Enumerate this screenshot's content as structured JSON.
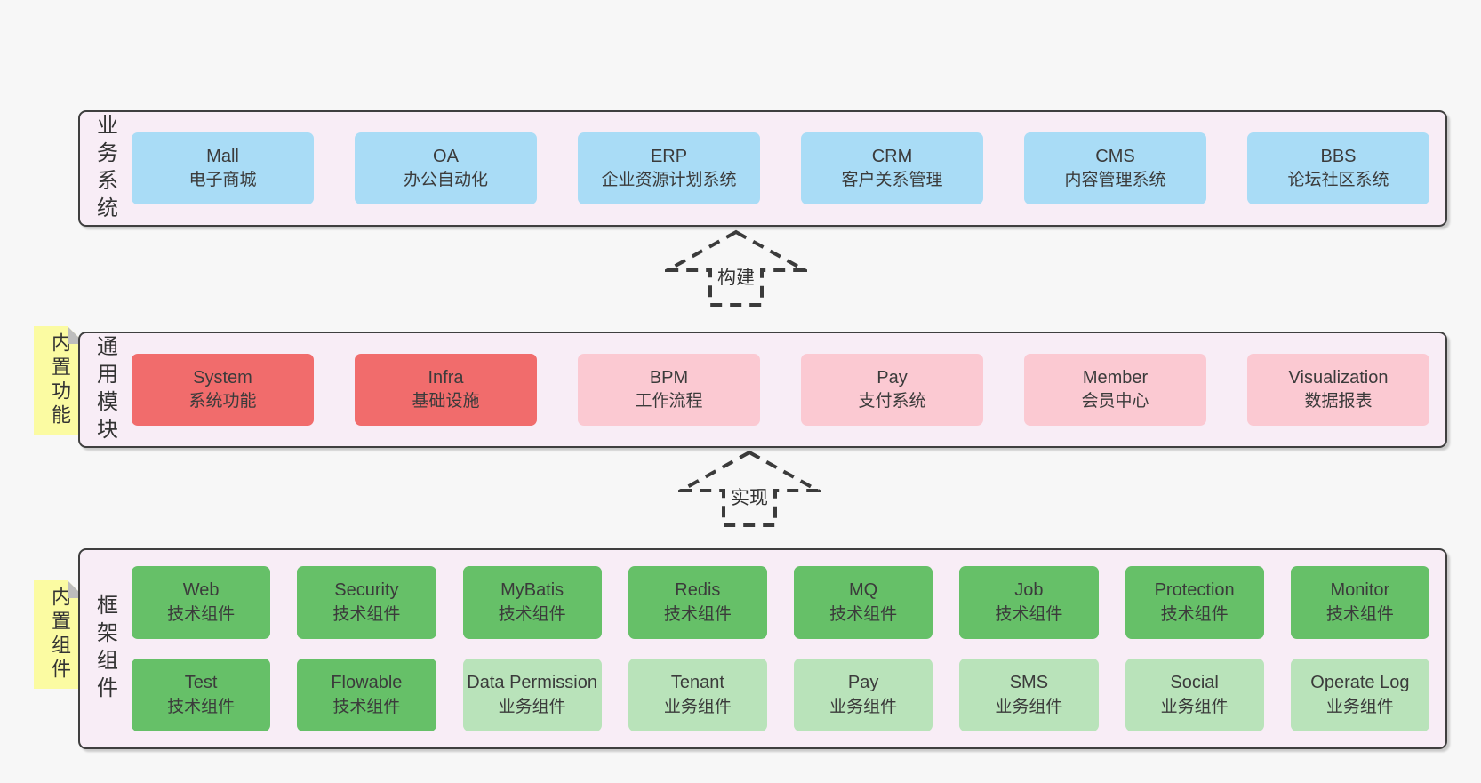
{
  "diagram": {
    "arrows": [
      {
        "label": "构建"
      },
      {
        "label": "实现"
      }
    ],
    "layers": [
      {
        "id": "business",
        "side_label": "业务系统",
        "note": "",
        "rows": [
          [
            {
              "en": "Mall",
              "zh": "电子商城",
              "type": "blue"
            },
            {
              "en": "OA",
              "zh": "办公自动化",
              "type": "blue"
            },
            {
              "en": "ERP",
              "zh": "企业资源计划系统",
              "type": "blue"
            },
            {
              "en": "CRM",
              "zh": "客户关系管理",
              "type": "blue"
            },
            {
              "en": "CMS",
              "zh": "内容管理系统",
              "type": "blue"
            },
            {
              "en": "BBS",
              "zh": "论坛社区系统",
              "type": "blue"
            }
          ]
        ]
      },
      {
        "id": "modules",
        "side_label": "通用模块",
        "note": "内置功能",
        "rows": [
          [
            {
              "en": "System",
              "zh": "系统功能",
              "type": "red"
            },
            {
              "en": "Infra",
              "zh": "基础设施",
              "type": "red"
            },
            {
              "en": "BPM",
              "zh": "工作流程",
              "type": "pink"
            },
            {
              "en": "Pay",
              "zh": "支付系统",
              "type": "pink"
            },
            {
              "en": "Member",
              "zh": "会员中心",
              "type": "pink"
            },
            {
              "en": "Visualization",
              "zh": "数据报表",
              "type": "pink"
            }
          ]
        ]
      },
      {
        "id": "components",
        "side_label": "框架组件",
        "note": "内置组件",
        "rows": [
          [
            {
              "en": "Web",
              "zh": "技术组件",
              "type": "green"
            },
            {
              "en": "Security",
              "zh": "技术组件",
              "type": "green"
            },
            {
              "en": "MyBatis",
              "zh": "技术组件",
              "type": "green"
            },
            {
              "en": "Redis",
              "zh": "技术组件",
              "type": "green"
            },
            {
              "en": "MQ",
              "zh": "技术组件",
              "type": "green"
            },
            {
              "en": "Job",
              "zh": "技术组件",
              "type": "green"
            },
            {
              "en": "Protection",
              "zh": "技术组件",
              "type": "green"
            },
            {
              "en": "Monitor",
              "zh": "技术组件",
              "type": "green"
            }
          ],
          [
            {
              "en": "Test",
              "zh": "技术组件",
              "type": "green"
            },
            {
              "en": "Flowable",
              "zh": "技术组件",
              "type": "green"
            },
            {
              "en": "Data Permission",
              "zh": "业务组件",
              "type": "lightgreen"
            },
            {
              "en": "Tenant",
              "zh": "业务组件",
              "type": "lightgreen"
            },
            {
              "en": "Pay",
              "zh": "业务组件",
              "type": "lightgreen"
            },
            {
              "en": "SMS",
              "zh": "业务组件",
              "type": "lightgreen"
            },
            {
              "en": "Social",
              "zh": "业务组件",
              "type": "lightgreen"
            },
            {
              "en": "Operate Log",
              "zh": "业务组件",
              "type": "lightgreen"
            }
          ]
        ]
      }
    ],
    "colors": {
      "page_bg": "#f7f7f7",
      "panel_bg": "#f8edf6",
      "panel_border": "#3f3f3f",
      "box_blue": "#a9dcf6",
      "box_red": "#f16c6c",
      "box_pink": "#fbc9d2",
      "box_green": "#66c068",
      "box_lightgreen": "#b9e3ba",
      "note_yellow": "#fbfba2",
      "note_fold": "#bdbdbd",
      "text": "#3b3b3b"
    }
  }
}
